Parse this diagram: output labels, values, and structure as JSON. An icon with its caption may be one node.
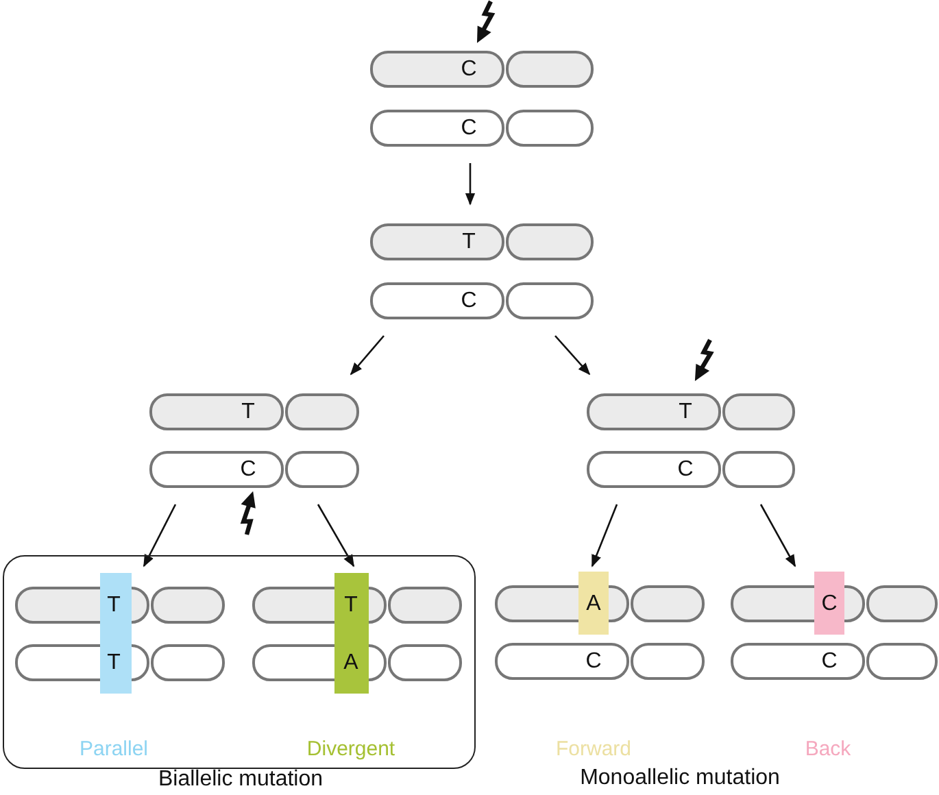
{
  "diagram": {
    "nodes": [
      {
        "text": [
          "C"
        ]
      },
      {
        "text": [
          "C"
        ]
      },
      {
        "text": [
          "T"
        ]
      },
      {
        "text": [
          "C"
        ]
      },
      {
        "text": [
          "T"
        ]
      },
      {
        "text": [
          "C"
        ]
      },
      {
        "text": [
          "T"
        ]
      },
      {
        "text": [
          "C"
        ]
      },
      {
        "text": [
          "Biallelic mutation"
        ]
      },
      {
        "text": [
          "T"
        ],
        "in": 8
      },
      {
        "text": [
          "T"
        ],
        "in": 8
      },
      {
        "text": [
          "T"
        ],
        "in": 8
      },
      {
        "text": [
          "A"
        ],
        "in": 8
      },
      {
        "text": [
          "A"
        ]
      },
      {
        "text": [
          "C"
        ]
      },
      {
        "text": [
          "C"
        ]
      },
      {
        "text": [
          "C"
        ]
      }
    ],
    "edges": [
      {
        "from": 1,
        "to": 2,
        "arrow": "to"
      },
      {
        "from": 3,
        "to": 4,
        "arrow": "to"
      },
      {
        "from": 3,
        "to": 6,
        "arrow": "to"
      },
      {
        "from": 5,
        "to": 9,
        "arrow": "to"
      },
      {
        "from": 5,
        "to": 11,
        "arrow": "to"
      },
      {
        "from": 7,
        "to": 13,
        "arrow": "to"
      },
      {
        "from": 7,
        "to": 15,
        "arrow": "to"
      }
    ],
    "labels": [
      "Parallel",
      "Divergent",
      "Forward",
      "Back",
      "Monoallelic mutation"
    ]
  }
}
